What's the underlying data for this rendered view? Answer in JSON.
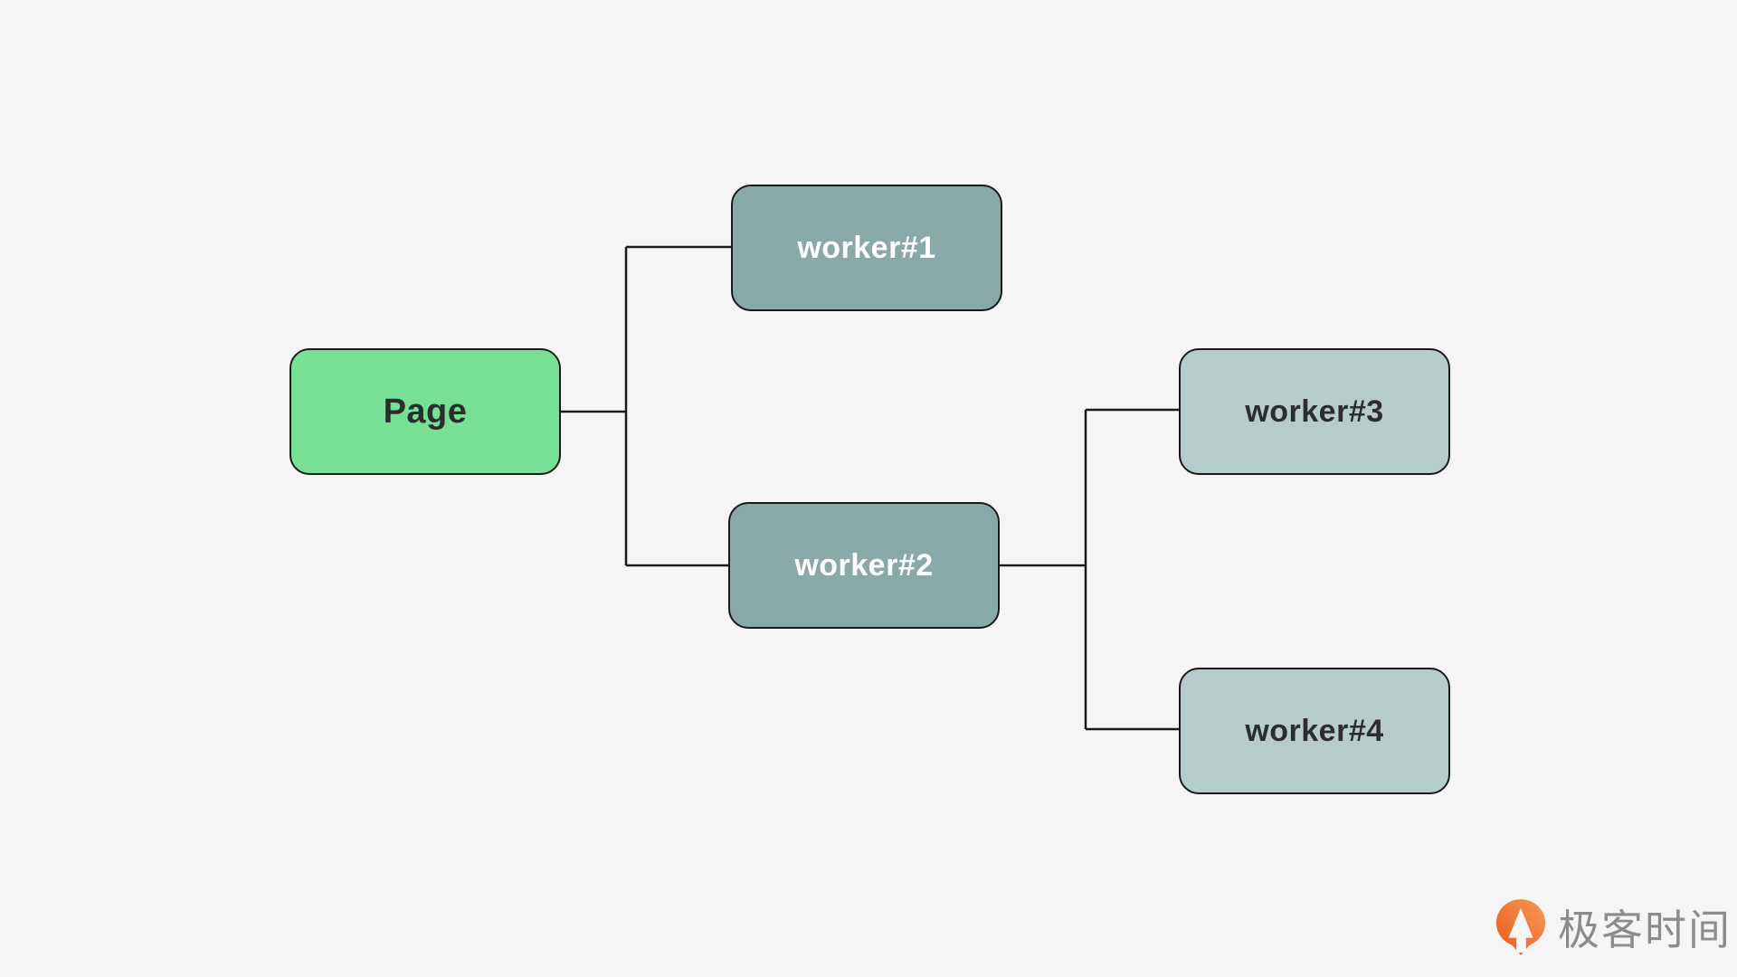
{
  "page": {
    "background_color": "#F4F5F4"
  },
  "diagram": {
    "type": "tree",
    "nodes": [
      {
        "id": "page",
        "label": "Page",
        "fill": "#78DF96",
        "text_color": "#2D2D2D"
      },
      {
        "id": "worker1",
        "label": "worker#1",
        "fill": "#89A8A8",
        "text_color": "#FFFFFF"
      },
      {
        "id": "worker2",
        "label": "worker#2",
        "fill": "#89A8A8",
        "text_color": "#FFFFFF"
      },
      {
        "id": "worker3",
        "label": "worker#3",
        "fill": "#B5CCCB",
        "text_color": "#2D2D2D"
      },
      {
        "id": "worker4",
        "label": "worker#4",
        "fill": "#B5CCCB",
        "text_color": "#2D2D2D"
      }
    ],
    "edges": [
      {
        "from": "page",
        "to": "worker1"
      },
      {
        "from": "page",
        "to": "worker2"
      },
      {
        "from": "worker2",
        "to": "worker3"
      },
      {
        "from": "worker2",
        "to": "worker4"
      }
    ],
    "connector_color": "#1A1A1A",
    "node_border_color": "#1A1A1A"
  },
  "watermark": {
    "brand": "极客时间",
    "icon": "geektime-pin-icon",
    "text_color": "#8C8C8E",
    "icon_gradient_top": "#F79A56",
    "icon_gradient_bottom": "#E8581A"
  }
}
